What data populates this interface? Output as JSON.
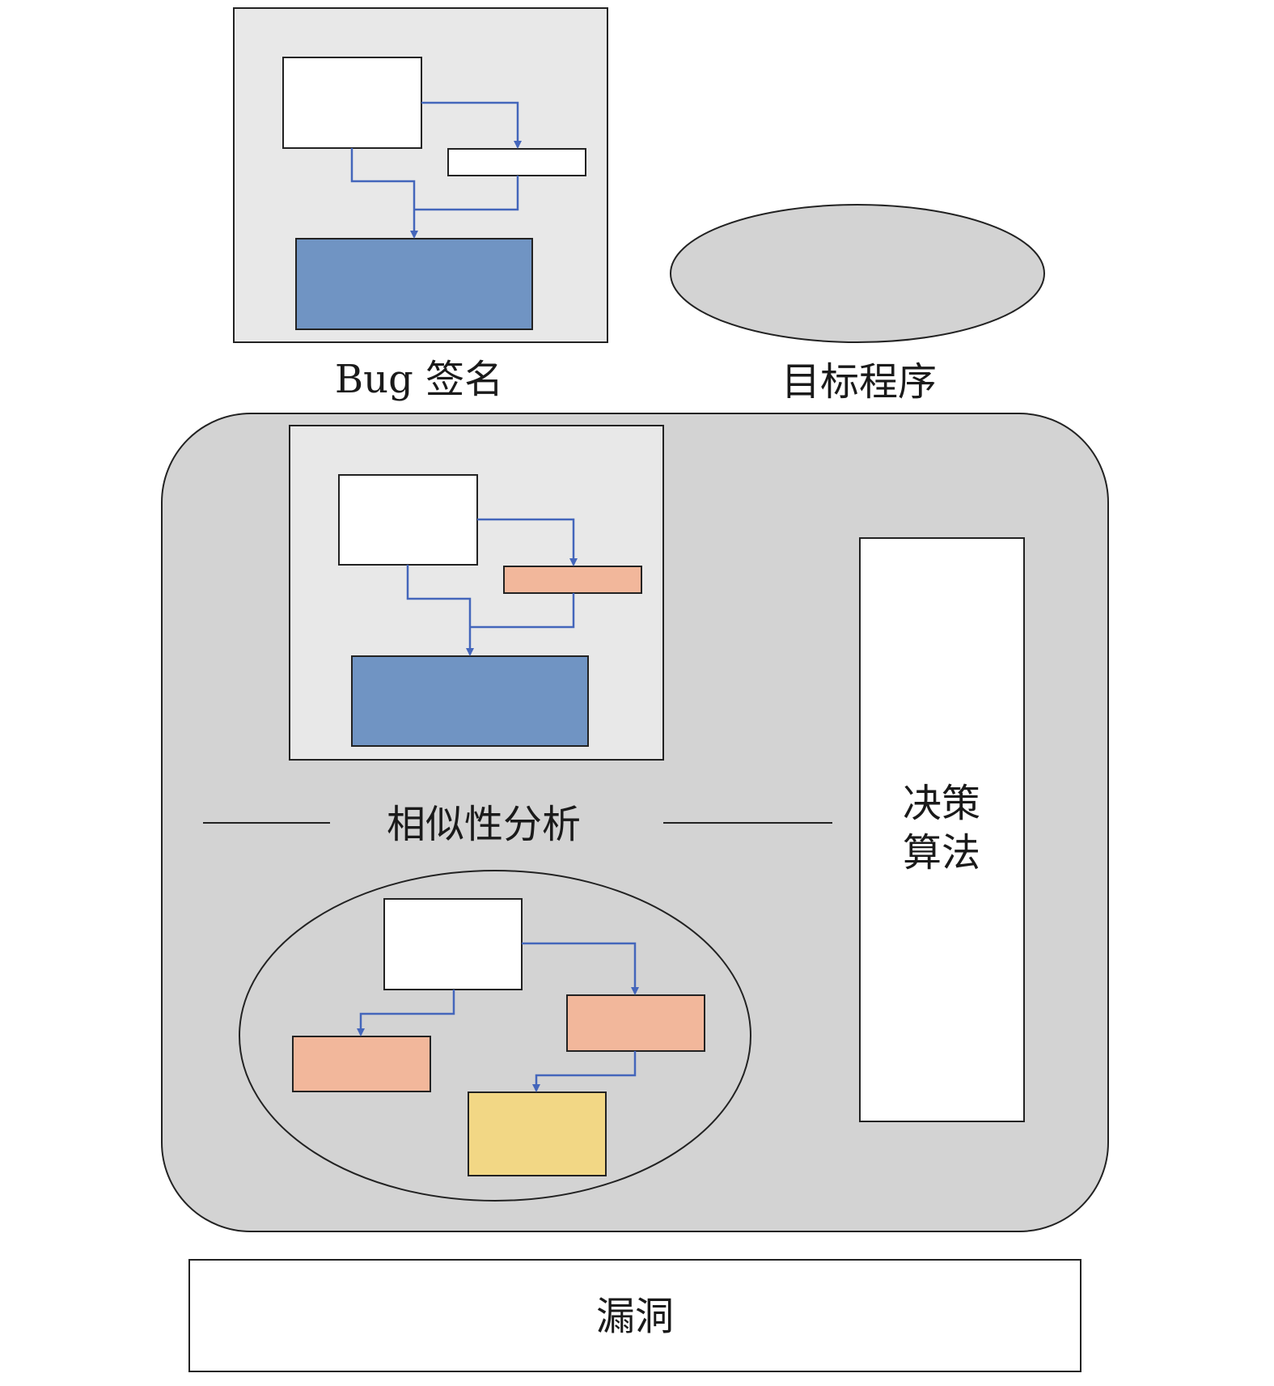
{
  "labels": {
    "bug_signature": "Bug 签名",
    "target_program": "目标程序",
    "similarity_analysis": "相似性分析",
    "decision_line1": "决策",
    "decision_line2": "算法",
    "vulnerability": "漏洞"
  },
  "colors": {
    "panel_bg": "#e8e8e8",
    "container_bg": "#d3d3d3",
    "ellipse_bg": "#d3d3d3",
    "node_white": "#ffffff",
    "node_blue": "#7094c3",
    "node_salmon": "#f2b79b",
    "node_yellow": "#f2d785",
    "arrow": "#4466bb",
    "stroke": "#222222"
  }
}
